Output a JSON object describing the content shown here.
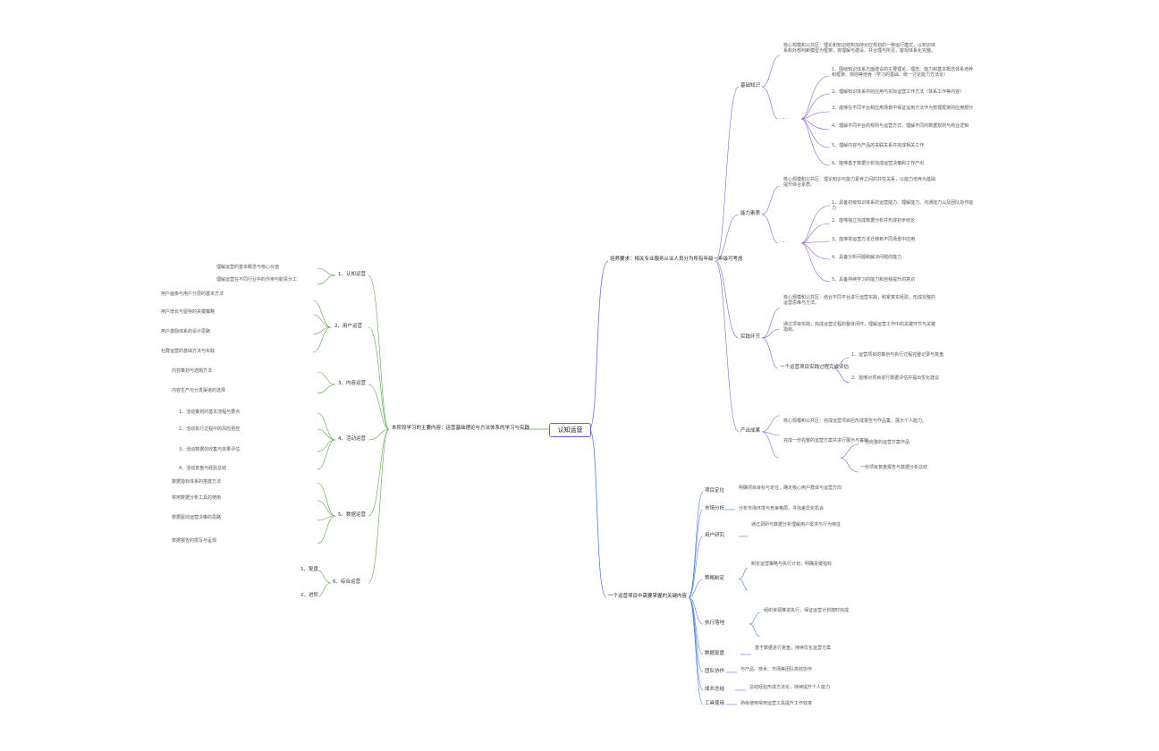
{
  "root": {
    "label": "认知运营"
  },
  "branches": {
    "top_right": {
      "label": "培养要求：相关专业服务从业人员分为所有年级一年级可考虑",
      "children": {
        "c1": {
          "label": "基础知识",
          "desc": "核心规模和公共区：理论和知识结构加持对应规划的一种运行模式，以知识体系和外部判断模型为框架，将理解与建设、并合理与所见，客观体系化完整。",
          "items": [
            "1、围绕知识体系方面建设的主要理论、理念、能力和基本概念体系培养和框架、规则等培养（学习的基础、统一讨论能力方法论）",
            "2、理解知识体系中的应用与实际运营工作方法（体系工作等内容）",
            "3、能够在不同平台和应用场景中保证运用方法作为管理框架的应用部分",
            "4、理解不同平台的规则与运营方式，理解不同的数据规则与商业逻辑",
            "5、理解内容与产品的关联关系并完成相关工作",
            "6、能够基于数据分析完成运营决策和工作产出"
          ]
        },
        "c2": {
          "label": "能力素质",
          "desc": "核心规模和公共区：理论知识与能力素养之间的共性关系，以能力培养为基础提升综合素质。",
          "items": [
            "1、具备初级知识体系的运营能力、理解能力、沟通能力以及团队协作能力",
            "2、能够独立完成数据分析并形成初步结论",
            "3、能够将运营方法迁移到不同场景中应用",
            "4、具备分析问题和解决问题的能力",
            "5、具备持续学习的能力和自我提升的意识"
          ]
        },
        "c3": {
          "label": "实践环节",
          "desc": "核心规模和公共区：结合不同平台进行运营实践，积累真实经验，形成完整的运营思维与方法。",
          "desc2": "通过项目实践，完成运营过程的整体闭环，理解运营工作中的关键环节与关键指标。",
          "sub": "一个运营项目实践过程完成评估",
          "items": [
            "1、运营项目的策划与执行过程完整记录与复盘",
            "2、能够对项目进行数据评估并提出优化建议"
          ]
        },
        "c4": {
          "label": "产出成果",
          "desc": "核心规模和公共区：完成运营项目后形成报告与作品集，展示个人能力。",
          "desc2": "完成一份完整的运营方案并进行展示与答辩。",
          "items": [
            "一份完整的运营方案作品",
            "一份项目复盘报告与数据分析总结"
          ]
        }
      }
    },
    "left": {
      "label": "本阶段学习的主要内容：运营基础理论与方法体系的学习与实践",
      "children": [
        {
          "label": "1、认知运营",
          "items": [
            "理解运营的基本概念与核心价值",
            "理解运营在不同行业中的作用与职责分工"
          ]
        },
        {
          "label": "2、用户运营",
          "items": [
            "用户画像与用户分层的基本方法",
            "用户增长与留存的关键策略",
            "用户激励体系的设计思路",
            "社群运营的基础方法与实践"
          ]
        },
        {
          "label": "3、内容运营",
          "items": [
            "内容策划与选题方法",
            "内容生产与分发渠道的选择"
          ]
        },
        {
          "label": "4、活动运营",
          "items": [
            "1、活动策划的基本流程与要点",
            "2、活动执行过程中的风险把控",
            "3、活动数据的收集与效果评估",
            "4、活动复盘与经验总结"
          ]
        },
        {
          "label": "5、数据运营",
          "items": [
            "数据指标体系的搭建方法",
            "常用数据分析工具的使用",
            "数据驱动运营决策的思路",
            "数据报告的撰写与呈现"
          ]
        },
        {
          "label": "6、综合运营",
          "items": [
            "1、复盘",
            "2、进阶"
          ]
        }
      ]
    },
    "bottom_right": {
      "label": "一个运营项目中需要掌握的关键内容",
      "children": [
        {
          "label": "项目定位",
          "text": "明确项目目标与定位，确定核心用户群体与运营方向"
        },
        {
          "label": "市场分析",
          "text": "分析市场环境与竞争格局，寻找差异化机会"
        },
        {
          "label": "用户研究",
          "text": "通过调研与数据分析理解用户需求与行为特征"
        },
        {
          "label": "策略制定",
          "text": "制定运营策略与执行计划，明确关键指标"
        },
        {
          "label": "执行落地",
          "text": "组织资源推进执行，保证运营计划按时完成"
        },
        {
          "label": "数据复盘",
          "text": "基于数据进行复盘，持续优化运营方案"
        },
        {
          "label": "团队协作",
          "text": "与产品、技术、市场等团队高效协作"
        },
        {
          "label": "成长总结",
          "text": "总结经验形成方法论，持续提升个人能力"
        },
        {
          "label": "工具使用",
          "text": "熟练使用常用运营工具提升工作效率"
        }
      ]
    }
  },
  "colors": {
    "root_border": "#6d5bd0",
    "purple": "#8a63d2",
    "green": "#5aa64a",
    "blue": "#4f7fd6"
  }
}
